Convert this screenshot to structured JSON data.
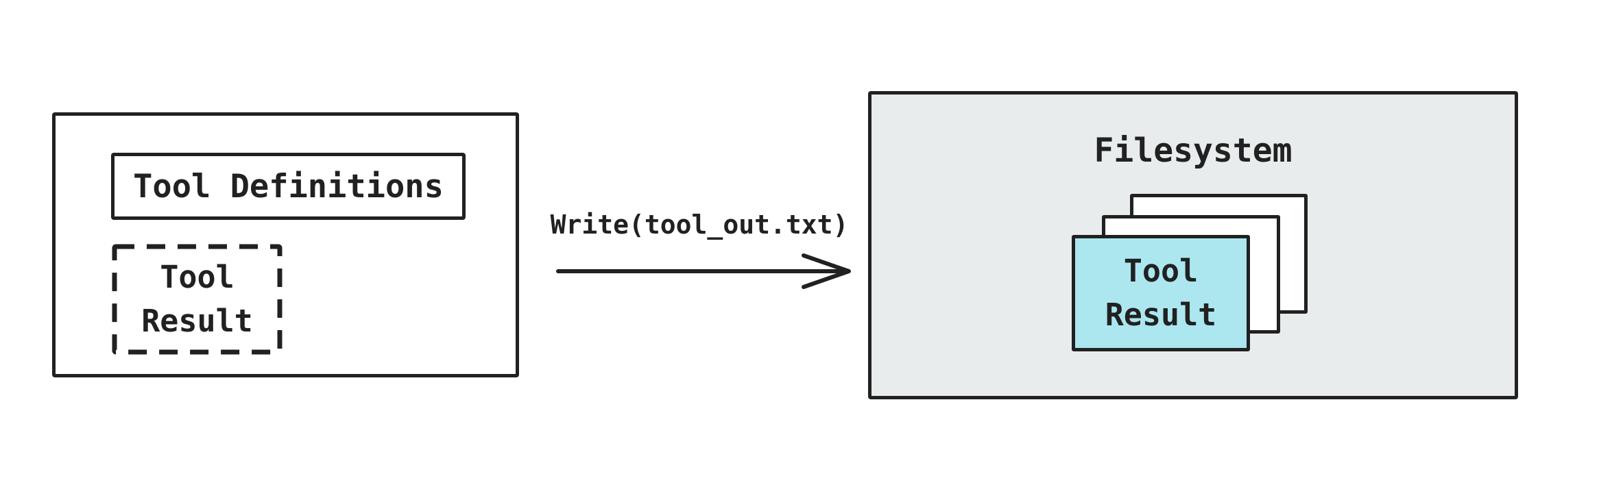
{
  "diagram": {
    "left_panel": {
      "tool_definitions_label": "Tool Definitions",
      "tool_result_placeholder": {
        "line1": "Tool",
        "line2": "Result"
      }
    },
    "arrow": {
      "label": "Write(tool_out.txt)"
    },
    "filesystem": {
      "title": "Filesystem",
      "front_paper": {
        "line1": "Tool",
        "line2": "Result"
      }
    },
    "colors": {
      "stroke": "#212121",
      "panel_fill": "#e8eced",
      "highlight_fill": "#ace7f0",
      "paper_fill": "#ffffff",
      "background": "#ffffff"
    }
  }
}
